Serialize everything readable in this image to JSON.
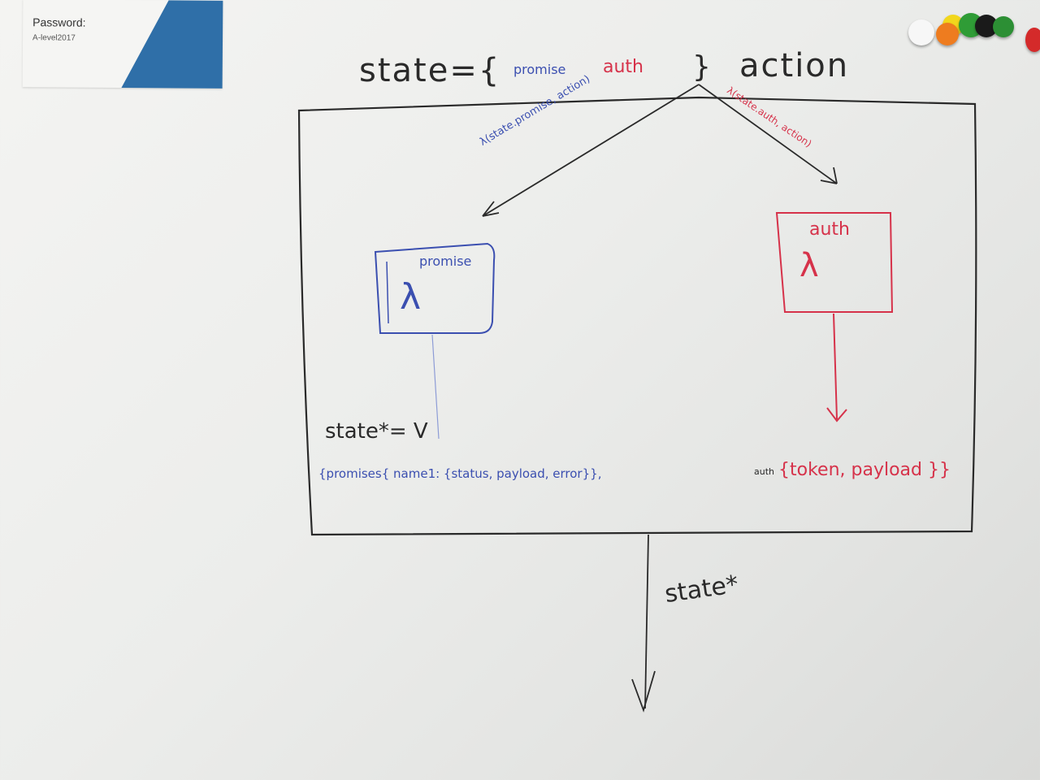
{
  "note": {
    "password_label": "Password:",
    "password_value": "A-level2017"
  },
  "board": {
    "top_text": {
      "prefix": "state={",
      "promise": "promise",
      "auth": "auth",
      "close": "}",
      "action": "action"
    },
    "left_arrow_label": "λ(state.promise, action)",
    "right_arrow_label": "λ(state.auth, action)",
    "promise_box": {
      "label": "promise",
      "lambda": "λ"
    },
    "auth_box": {
      "label": "auth",
      "lambda": "λ"
    },
    "result_heading": "state*= V",
    "result_line": {
      "part1": "{promises{ name1: {status, payload, error}},",
      "auth_key": "auth",
      "part2": "{token, payload }}"
    },
    "bottom_label": "state*"
  },
  "colors": {
    "ink_black": "#2a2a2a",
    "ink_blue": "#3b4fb0",
    "ink_red": "#d6324a",
    "light_blue": "#8c9bd6"
  }
}
